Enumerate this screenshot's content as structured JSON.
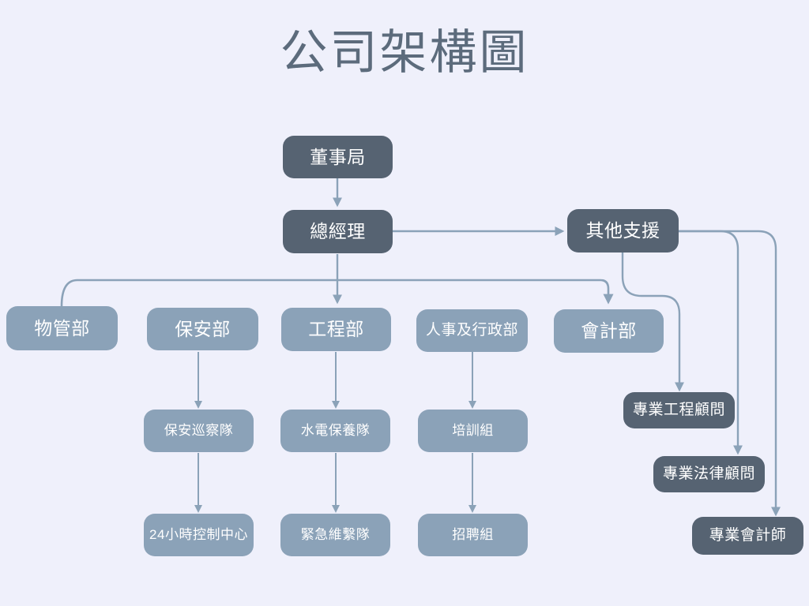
{
  "title": "公司架構圖",
  "colors": {
    "background": "#eff0fb",
    "node_dark": "#566372",
    "node_light": "#8ba2b8",
    "title_text": "#5c6b7c",
    "node_text": "#ffffff",
    "edge_line": "#8ba2b8"
  },
  "chart_data": {
    "type": "diagram",
    "title": "公司架構圖",
    "diagram_kind": "organization-chart",
    "nodes": [
      {
        "id": "board",
        "label": "董事局",
        "tier": 1,
        "style": "dark"
      },
      {
        "id": "gm",
        "label": "總經理",
        "tier": 2,
        "style": "dark"
      },
      {
        "id": "other",
        "label": "其他支援",
        "tier": 2,
        "style": "dark"
      },
      {
        "id": "property",
        "label": "物管部",
        "tier": 3,
        "style": "light"
      },
      {
        "id": "security",
        "label": "保安部",
        "tier": 3,
        "style": "light"
      },
      {
        "id": "engineering",
        "label": "工程部",
        "tier": 3,
        "style": "light"
      },
      {
        "id": "hr",
        "label": "人事及行政部",
        "tier": 3,
        "style": "light"
      },
      {
        "id": "accounting",
        "label": "會計部",
        "tier": 3,
        "style": "light"
      },
      {
        "id": "patrol",
        "label": "保安巡察隊",
        "tier": 4,
        "style": "light"
      },
      {
        "id": "maintenance",
        "label": "水電保養隊",
        "tier": 4,
        "style": "light"
      },
      {
        "id": "training",
        "label": "培訓組",
        "tier": 4,
        "style": "light"
      },
      {
        "id": "control",
        "label": "24小時控制中心",
        "tier": 5,
        "style": "light"
      },
      {
        "id": "emergency",
        "label": "緊急維繫隊",
        "tier": 5,
        "style": "light"
      },
      {
        "id": "recruit",
        "label": "招聘組",
        "tier": 5,
        "style": "light"
      },
      {
        "id": "eng-consult",
        "label": "專業工程顧問",
        "tier": 4,
        "style": "dark"
      },
      {
        "id": "law-consult",
        "label": "專業法律顧問",
        "tier": 5,
        "style": "dark"
      },
      {
        "id": "acc-consult",
        "label": "專業會計師",
        "tier": 6,
        "style": "dark"
      }
    ],
    "edges": [
      {
        "from": "board",
        "to": "gm"
      },
      {
        "from": "gm",
        "to": "other"
      },
      {
        "from": "gm",
        "to": "property"
      },
      {
        "from": "gm",
        "to": "accounting"
      },
      {
        "from": "security",
        "to": "patrol"
      },
      {
        "from": "engineering",
        "to": "maintenance"
      },
      {
        "from": "hr",
        "to": "training"
      },
      {
        "from": "patrol",
        "to": "control"
      },
      {
        "from": "maintenance",
        "to": "emergency"
      },
      {
        "from": "training",
        "to": "recruit"
      },
      {
        "from": "other",
        "to": "eng-consult"
      },
      {
        "from": "other",
        "to": "law-consult"
      },
      {
        "from": "other",
        "to": "acc-consult"
      }
    ]
  },
  "nodes": {
    "board": {
      "label": "董事局"
    },
    "gm": {
      "label": "總經理"
    },
    "other": {
      "label": "其他支援"
    },
    "property": {
      "label": "物管部"
    },
    "security": {
      "label": "保安部"
    },
    "engineering": {
      "label": "工程部"
    },
    "hr": {
      "label": "人事及行政部"
    },
    "accounting": {
      "label": "會計部"
    },
    "patrol": {
      "label": "保安巡察隊"
    },
    "maintenance": {
      "label": "水電保養隊"
    },
    "training": {
      "label": "培訓組"
    },
    "control": {
      "label": "24小時控制中心"
    },
    "emergency": {
      "label": "緊急維繫隊"
    },
    "recruit": {
      "label": "招聘組"
    },
    "eng_consult": {
      "label": "專業工程顧問"
    },
    "law_consult": {
      "label": "專業法律顧問"
    },
    "acc_consult": {
      "label": "專業會計師"
    }
  }
}
